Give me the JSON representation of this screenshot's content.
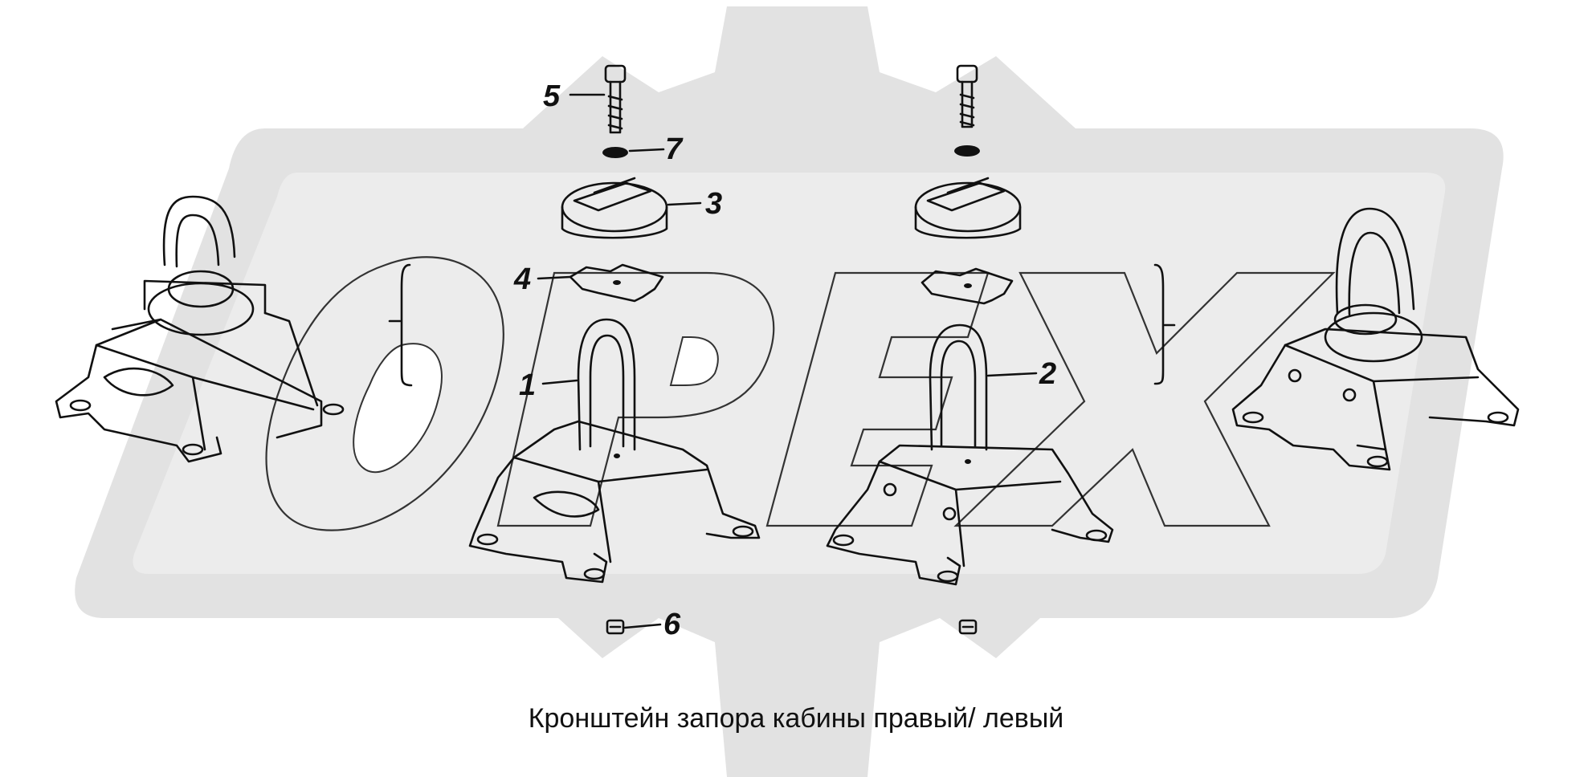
{
  "caption": "Кронштейн запора кабины правый/ левый",
  "watermark": {
    "text": "ОРЕХ",
    "color": "#e2e2e2"
  },
  "callouts": {
    "c1": "1",
    "c2": "2",
    "c3": "3",
    "c4": "4",
    "c5": "5",
    "c6": "6",
    "c7": "7"
  },
  "parts": [
    {
      "id": "1",
      "name": "bracket-left"
    },
    {
      "id": "2",
      "name": "bracket-right"
    },
    {
      "id": "3",
      "name": "cushion"
    },
    {
      "id": "4",
      "name": "plate"
    },
    {
      "id": "5",
      "name": "bolt"
    },
    {
      "id": "6",
      "name": "nut"
    },
    {
      "id": "7",
      "name": "washer"
    }
  ]
}
